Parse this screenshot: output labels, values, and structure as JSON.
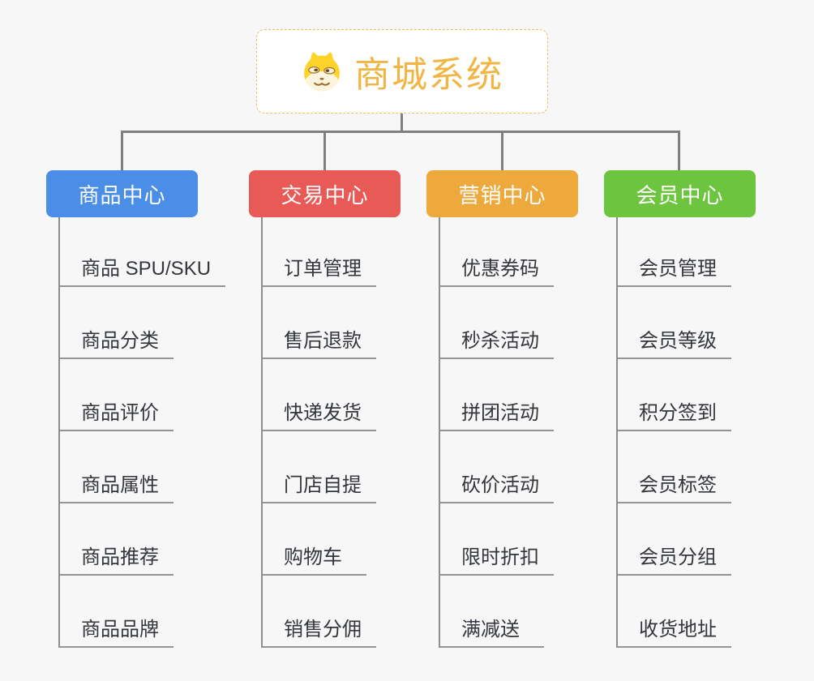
{
  "page": {
    "background": "#f7f7f7",
    "connector_color": "#7f7f7f"
  },
  "root": {
    "title": "商城系统",
    "icon": "doge-dog-icon",
    "text_color": "#f2b443",
    "border_color": "#f0bd66"
  },
  "branches": [
    {
      "label": "商品中心",
      "color": "#4a8ee8",
      "items": [
        "商品 SPU/SKU",
        "商品分类",
        "商品评价",
        "商品属性",
        "商品推荐",
        "商品品牌"
      ]
    },
    {
      "label": "交易中心",
      "color": "#e75a56",
      "items": [
        "订单管理",
        "售后退款",
        "快递发货",
        "门店自提",
        "购物车",
        "销售分佣"
      ]
    },
    {
      "label": "营销中心",
      "color": "#eda93c",
      "items": [
        "优惠券码",
        "秒杀活动",
        "拼团活动",
        "砍价活动",
        "限时折扣",
        "满减送"
      ]
    },
    {
      "label": "会员中心",
      "color": "#6dc53f",
      "items": [
        "会员管理",
        "会员等级",
        "积分签到",
        "会员标签",
        "会员分组",
        "收货地址"
      ]
    }
  ]
}
